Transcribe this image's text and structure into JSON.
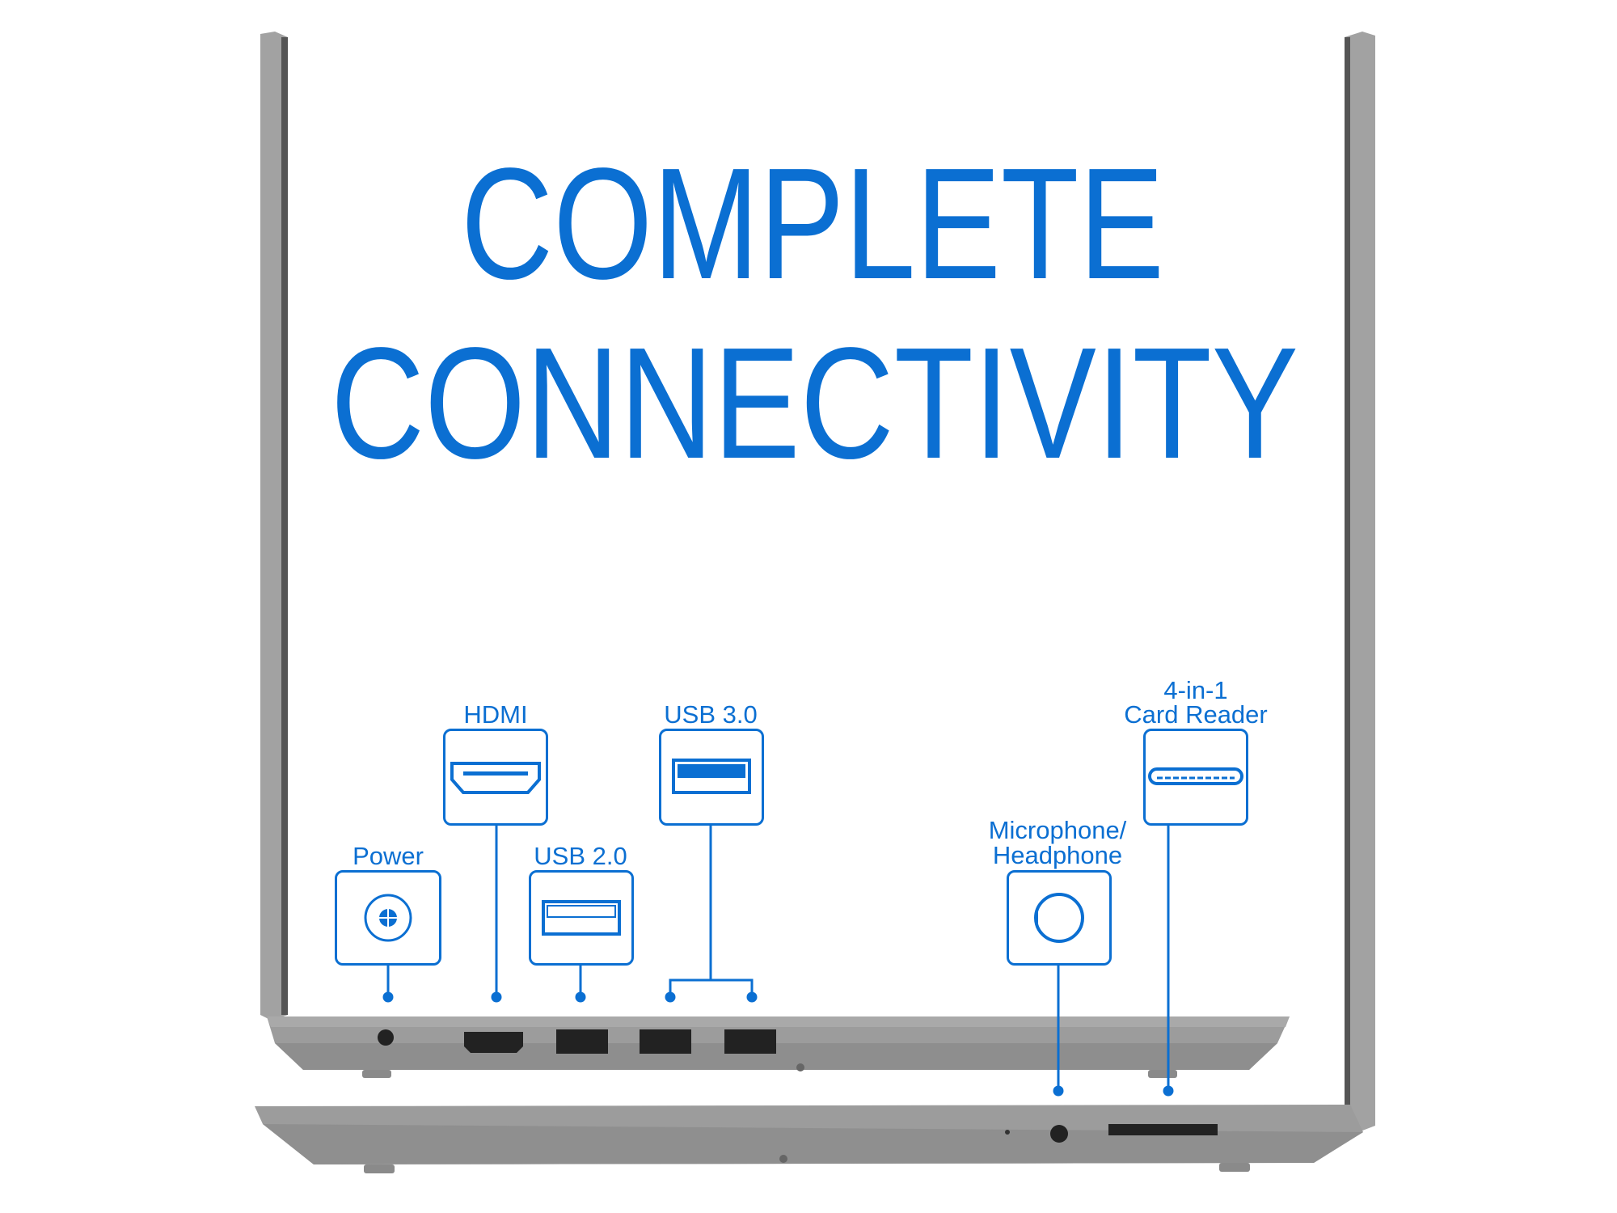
{
  "headline": {
    "line1": "COMPLETE",
    "line2": "CONNECTIVITY"
  },
  "ports": [
    {
      "id": "power",
      "label": "Power",
      "icon": "power-jack-icon"
    },
    {
      "id": "hdmi",
      "label": "HDMI",
      "icon": "hdmi-icon"
    },
    {
      "id": "usb2",
      "label": "USB 2.0",
      "icon": "usb-2-icon"
    },
    {
      "id": "usb3",
      "label": "USB 3.0",
      "icon": "usb-3-icon"
    },
    {
      "id": "audio",
      "label_line1": "Microphone/",
      "label_line2": "Headphone",
      "icon": "audio-jack-icon"
    },
    {
      "id": "card",
      "label_line1": "4-in-1",
      "label_line2": "Card Reader",
      "icon": "card-reader-icon"
    }
  ],
  "colors": {
    "accent": "#0b6fd2",
    "laptop": "#9a9a9a",
    "laptop_dark": "#7d7d7d"
  }
}
